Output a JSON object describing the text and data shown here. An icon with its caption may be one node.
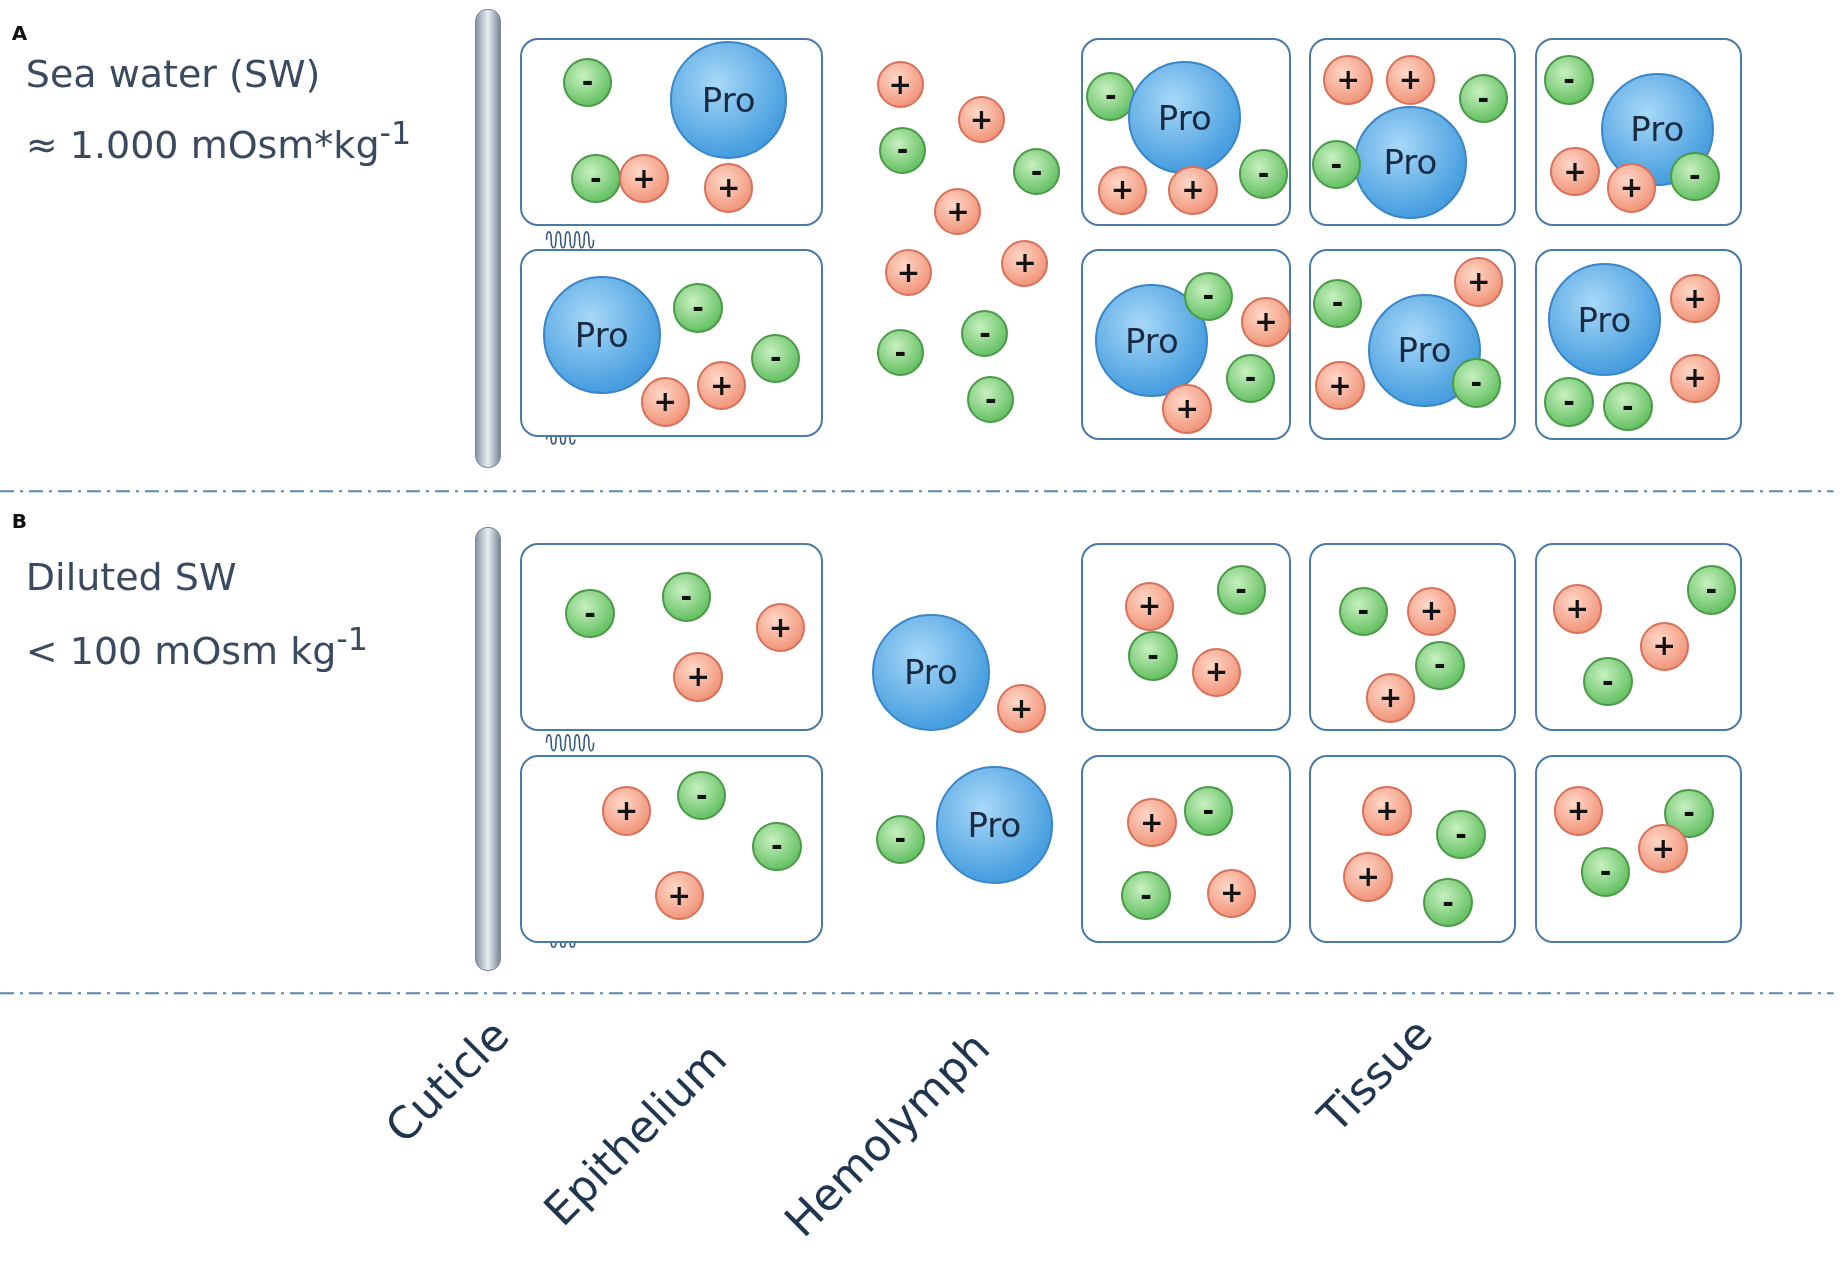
{
  "diagram": {
    "nodes": [
      {
        "text": [],
        "shape": "box"
      },
      {
        "text": [
          "-"
        ],
        "in": 0
      },
      {
        "text": [
          "Pro"
        ],
        "in": 0
      },
      {
        "text": [
          "-"
        ],
        "in": 0
      },
      {
        "text": [
          "+"
        ],
        "in": 0
      },
      {
        "text": [
          "+"
        ],
        "in": 0
      },
      {
        "text": [],
        "shape": "box"
      },
      {
        "text": [
          "Pro"
        ],
        "in": 6
      },
      {
        "text": [
          "-"
        ],
        "in": 6
      },
      {
        "text": [
          "-"
        ],
        "in": 6
      },
      {
        "text": [
          "+"
        ],
        "in": 6
      },
      {
        "text": [
          "+"
        ],
        "in": 6
      },
      {
        "text": [
          "+"
        ]
      },
      {
        "text": [
          "+"
        ]
      },
      {
        "text": [
          "-"
        ]
      },
      {
        "text": [
          "-"
        ]
      },
      {
        "text": [
          "+"
        ]
      },
      {
        "text": [
          "+"
        ]
      },
      {
        "text": [
          "+"
        ]
      },
      {
        "text": [
          "-"
        ]
      },
      {
        "text": [
          "-"
        ]
      },
      {
        "text": [
          "-"
        ]
      },
      {
        "text": [],
        "shape": "box"
      },
      {
        "text": [
          "-"
        ],
        "in": 22
      },
      {
        "text": [
          "Pro"
        ],
        "in": 22
      },
      {
        "text": [
          "+"
        ],
        "in": 22
      },
      {
        "text": [
          "+"
        ],
        "in": 22
      },
      {
        "text": [
          "-"
        ],
        "in": 22
      },
      {
        "text": [],
        "shape": "box"
      },
      {
        "text": [
          "+"
        ],
        "in": 28
      },
      {
        "text": [
          "+"
        ],
        "in": 28
      },
      {
        "text": [
          "-"
        ],
        "in": 28
      },
      {
        "text": [
          "Pro"
        ],
        "in": 28
      },
      {
        "text": [
          "-"
        ],
        "in": 28
      },
      {
        "text": [],
        "shape": "box"
      },
      {
        "text": [
          "-"
        ],
        "in": 34
      },
      {
        "text": [
          "Pro"
        ],
        "in": 34
      },
      {
        "text": [
          "+"
        ],
        "in": 34
      },
      {
        "text": [
          "+"
        ],
        "in": 34
      },
      {
        "text": [
          "-"
        ],
        "in": 34
      },
      {
        "text": [],
        "shape": "box"
      },
      {
        "text": [
          "Pro"
        ],
        "in": 40
      },
      {
        "text": [
          "-"
        ],
        "in": 40
      },
      {
        "text": [
          "+"
        ],
        "in": 40
      },
      {
        "text": [
          "-"
        ],
        "in": 40
      },
      {
        "text": [
          "+"
        ],
        "in": 40
      },
      {
        "text": [],
        "shape": "box"
      },
      {
        "text": [
          "-"
        ],
        "in": 46
      },
      {
        "text": [
          "+"
        ],
        "in": 46
      },
      {
        "text": [
          "Pro"
        ],
        "in": 46
      },
      {
        "text": [
          "-"
        ],
        "in": 46
      },
      {
        "text": [
          "+"
        ],
        "in": 46
      },
      {
        "text": [],
        "shape": "box"
      },
      {
        "text": [
          "Pro"
        ],
        "in": 52
      },
      {
        "text": [
          "+"
        ],
        "in": 52
      },
      {
        "text": [
          "+"
        ],
        "in": 52
      },
      {
        "text": [
          "-"
        ],
        "in": 52
      },
      {
        "text": [
          "-"
        ],
        "in": 52
      },
      {
        "text": [],
        "shape": "box"
      },
      {
        "text": [
          "-"
        ],
        "in": 58
      },
      {
        "text": [
          "-"
        ],
        "in": 58
      },
      {
        "text": [
          "+"
        ],
        "in": 58
      },
      {
        "text": [
          "+"
        ],
        "in": 58
      },
      {
        "text": [],
        "shape": "box"
      },
      {
        "text": [
          "+"
        ],
        "in": 63
      },
      {
        "text": [
          "-"
        ],
        "in": 63
      },
      {
        "text": [
          "-"
        ],
        "in": 63
      },
      {
        "text": [
          "+"
        ],
        "in": 63
      },
      {
        "text": [
          "Pro"
        ]
      },
      {
        "text": [
          "+"
        ]
      },
      {
        "text": [
          "-"
        ]
      },
      {
        "text": [
          "Pro"
        ]
      },
      {
        "text": [],
        "shape": "box"
      },
      {
        "text": [
          "+"
        ],
        "in": 72
      },
      {
        "text": [
          "-"
        ],
        "in": 72
      },
      {
        "text": [
          "-"
        ],
        "in": 72
      },
      {
        "text": [
          "+"
        ],
        "in": 72
      },
      {
        "text": [],
        "shape": "box"
      },
      {
        "text": [
          "-"
        ],
        "in": 77
      },
      {
        "text": [
          "+"
        ],
        "in": 77
      },
      {
        "text": [
          "-"
        ],
        "in": 77
      },
      {
        "text": [
          "+"
        ],
        "in": 77
      },
      {
        "text": [],
        "shape": "box"
      },
      {
        "text": [
          "+"
        ],
        "in": 82
      },
      {
        "text": [
          "-"
        ],
        "in": 82
      },
      {
        "text": [
          "+"
        ],
        "in": 82
      },
      {
        "text": [
          "-"
        ],
        "in": 82
      },
      {
        "text": [],
        "shape": "box"
      },
      {
        "text": [
          "+"
        ],
        "in": 87
      },
      {
        "text": [
          "-"
        ],
        "in": 87
      },
      {
        "text": [
          "-"
        ],
        "in": 87
      },
      {
        "text": [
          "+"
        ],
        "in": 87
      },
      {
        "text": [],
        "shape": "box"
      },
      {
        "text": [
          "+"
        ],
        "in": 92
      },
      {
        "text": [
          "-"
        ],
        "in": 92
      },
      {
        "text": [
          "+"
        ],
        "in": 92
      },
      {
        "text": [
          "-"
        ],
        "in": 92
      },
      {
        "text": [],
        "shape": "box"
      },
      {
        "text": [
          "+"
        ],
        "in": 97
      },
      {
        "text": [
          "-"
        ],
        "in": 97
      },
      {
        "text": [
          "+"
        ],
        "in": 97
      },
      {
        "text": [
          "-"
        ],
        "in": 97
      },
      {
        "text": [],
        "shape": "bar"
      },
      {
        "text": [],
        "shape": "bar"
      }
    ],
    "labels": [
      "A",
      "Sea water (SW)",
      "≈ 1.000 mOsm*kg$^{-1}$",
      "B",
      "Diluted SW",
      "< 100 mOsm kg$^{-1}$",
      "Cuticle",
      "Epithelium",
      "Hemolymph",
      "Tissue"
    ]
  }
}
